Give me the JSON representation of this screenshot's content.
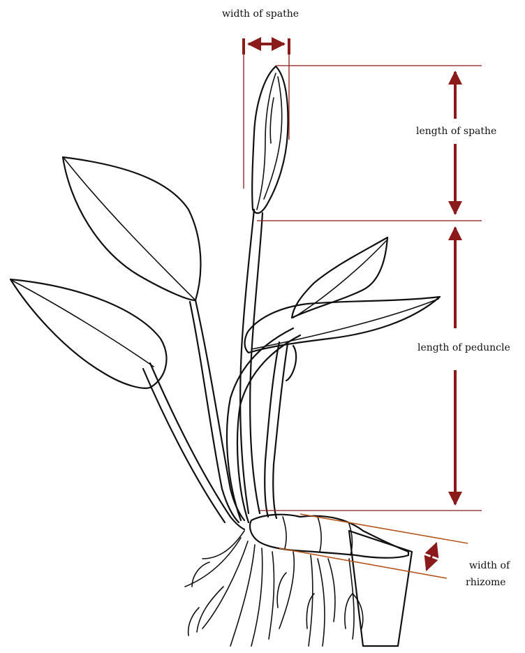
{
  "labels": {
    "width_of_spathe": "width of spathe",
    "length_of_spathe": "length of spathe",
    "length_of_peduncle": "length of peduncle",
    "width_of_rhizome_line1": "width of",
    "width_of_rhizome_line2": "rhizome"
  },
  "colors": {
    "dimension": "#8b1a1a",
    "rhizome_guide": "#b5541c",
    "ink": "#111111",
    "background": "#ffffff"
  }
}
